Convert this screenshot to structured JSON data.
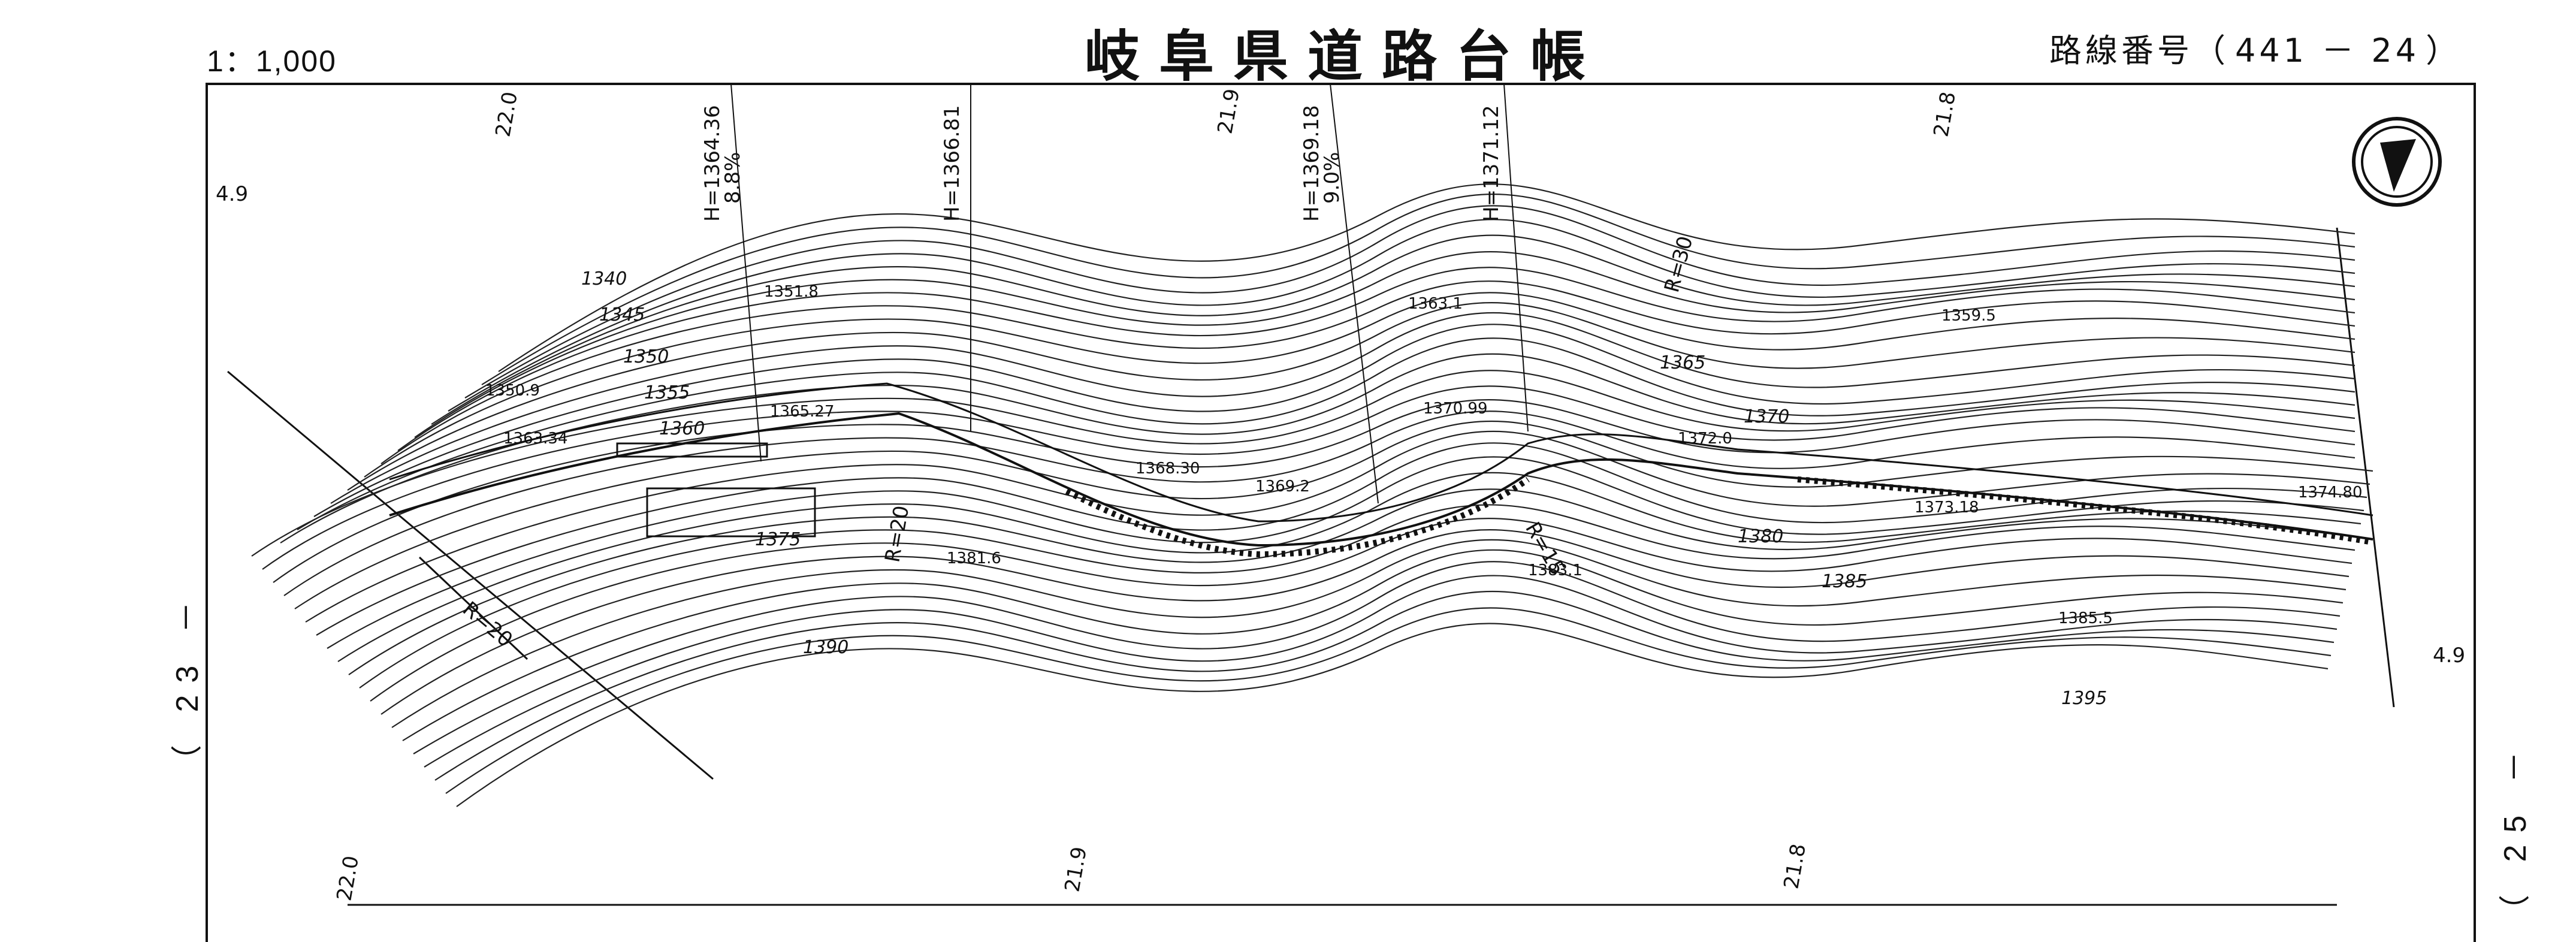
{
  "header": {
    "scale": "1：1,000",
    "title": "岐阜県道路台帳",
    "route_label": "路線番号（",
    "route_number": "441 － 24",
    "route_close": "）"
  },
  "sheets": {
    "previous": "（ 23 －",
    "next": "（ 25 －"
  },
  "map": {
    "widths_top": [
      "22.0",
      "21.9",
      "21.8"
    ],
    "widths_bottom": [
      "22.0",
      "21.9",
      "21.8"
    ],
    "edge_widths": [
      "4.9",
      "4.9"
    ],
    "profile_points": [
      {
        "elev": "H=1364.36",
        "grade": "8.8%"
      },
      {
        "elev": "H=1366.81",
        "grade": ""
      },
      {
        "elev": "H=1369.18",
        "grade": "9.0%"
      },
      {
        "elev": "H=1371.12",
        "grade": ""
      }
    ],
    "contours": [
      "1340",
      "1345",
      "1350",
      "1355",
      "1360",
      "1365",
      "1370",
      "1375",
      "1380",
      "1385",
      "1390",
      "1395"
    ],
    "spot_heights": [
      "1351.8",
      "1350.9",
      "1363.34",
      "1365.27",
      "1368.30",
      "1369.2",
      "1381.6",
      "1363.1",
      "1370.99",
      "1372.0",
      "1359.5",
      "1383.1",
      "1374.80",
      "1373.18",
      "1385.5"
    ],
    "curves": [
      "R=20",
      "R=20",
      "R=30",
      "R=15"
    ]
  }
}
